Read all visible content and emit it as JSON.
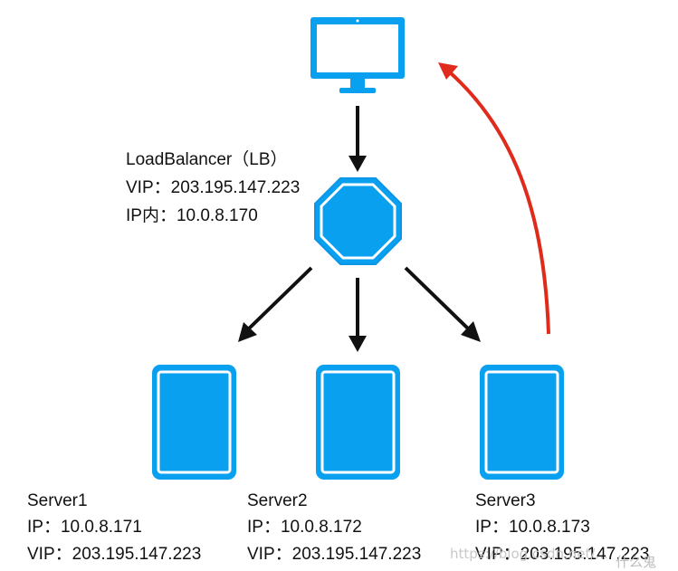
{
  "colors": {
    "device_fill": "#0aa0f0",
    "device_stroke": "#0a95e6",
    "arrow": "#111111",
    "return_arrow": "#e02a1b"
  },
  "icons": {
    "client": "desktop-monitor-icon",
    "load_balancer": "octagon-icon",
    "server": "tablet-server-icon"
  },
  "load_balancer": {
    "name": "LoadBalancer（LB）",
    "vip": "VIP：203.195.147.223",
    "ip_internal": "IP内：10.0.8.170"
  },
  "servers": [
    {
      "name": "Server1",
      "ip": "IP：10.0.8.171",
      "vip": "VIP：203.195.147.223"
    },
    {
      "name": "Server2",
      "ip": "IP：10.0.8.172",
      "vip": "VIP：203.195.147.223"
    },
    {
      "name": "Server3",
      "ip": "IP：10.0.8.173",
      "vip": "VIP：203.195.147.223"
    }
  ],
  "watermark": {
    "url": "https://blog.csdn.net/...",
    "brand": "什么鬼"
  }
}
